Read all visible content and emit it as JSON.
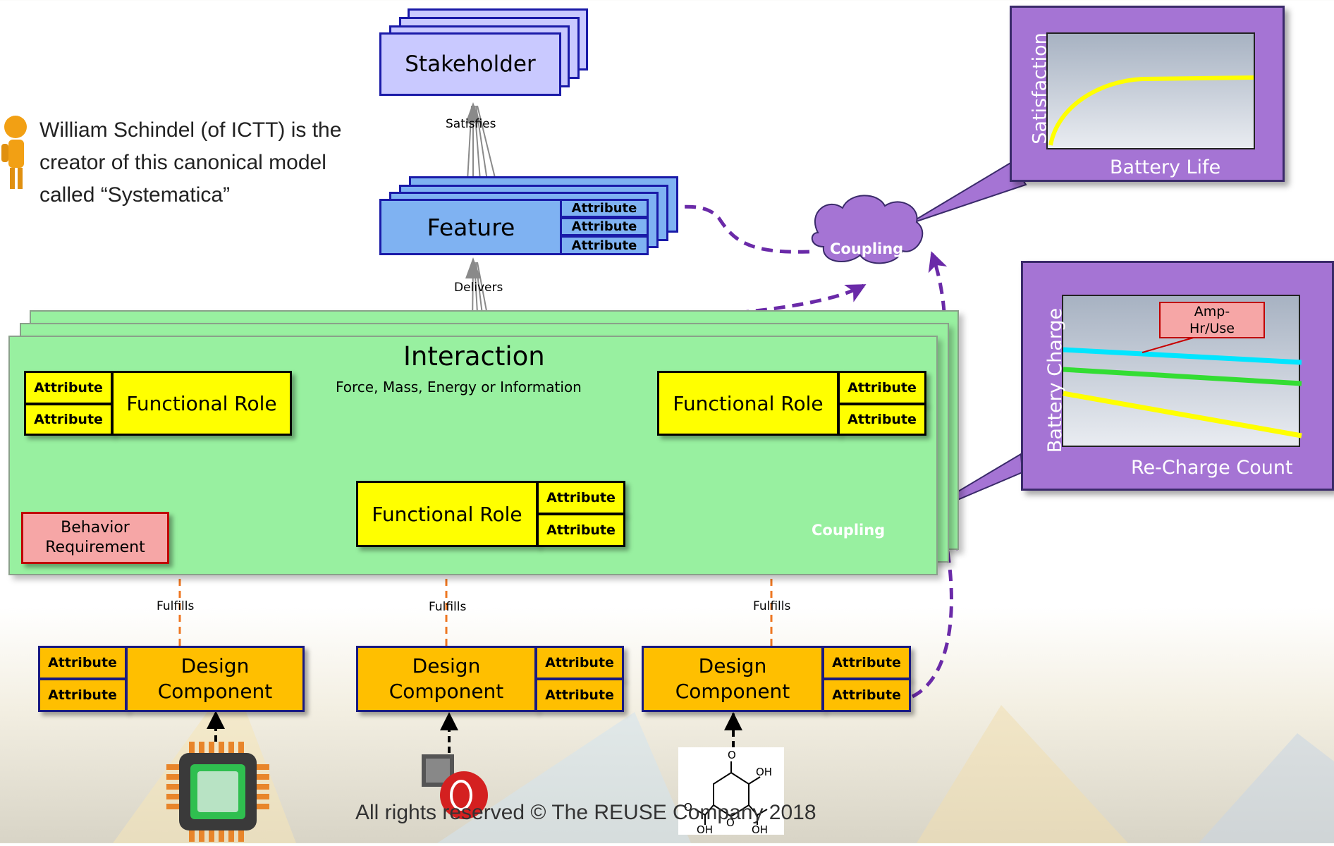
{
  "note": {
    "text": "William Schindel (of ICTT) is the creator of this canonical model called “Systematica”"
  },
  "stakeholder": {
    "label": "Stakeholder"
  },
  "feature": {
    "label": "Feature",
    "attributes": [
      "Attribute",
      "Attribute",
      "Attribute"
    ]
  },
  "relations": {
    "satisfies": "Satisfies",
    "delivers": "Delivers",
    "fulfills": "Fulfills",
    "flow": "Force, Mass, Energy or Information"
  },
  "interaction": {
    "title": "Interaction"
  },
  "functional_roles": [
    {
      "label": "Functional Role",
      "attributes": [
        "Attribute",
        "Attribute"
      ]
    },
    {
      "label": "Functional Role",
      "attributes": [
        "Attribute",
        "Attribute"
      ]
    },
    {
      "label": "Functional Role",
      "attributes": [
        "Attribute",
        "Attribute"
      ]
    }
  ],
  "behavior_requirement": {
    "line1": "Behavior",
    "line2": "Requirement"
  },
  "design_components": [
    {
      "line1": "Design",
      "line2": "Component",
      "attributes": [
        "Attribute",
        "Attribute"
      ]
    },
    {
      "line1": "Design",
      "line2": "Component",
      "attributes": [
        "Attribute",
        "Attribute"
      ]
    },
    {
      "line1": "Design",
      "line2": "Component",
      "attributes": [
        "Attribute",
        "Attribute"
      ]
    }
  ],
  "couplings": [
    "Coupling",
    "Coupling"
  ],
  "panel_satisfaction": {
    "ylabel": "Satisfaction",
    "xlabel": "Battery Life"
  },
  "panel_battery": {
    "ylabel": "Battery Charge",
    "xlabel": "Re-Charge Count",
    "callout_line1": "Amp-",
    "callout_line2": "Hr/Use"
  },
  "molecule": {
    "o_top": "O",
    "oh_right": "OH",
    "o_left": "O",
    "oh_bottom_left": "OH",
    "oh_bottom_right": "OH",
    "o_ring": "O"
  },
  "footer": {
    "text": "All rights reserved © The REUSE Company 2018"
  },
  "colors": {
    "stakeholder": "#c9c9ff",
    "feature": "#7fb2f2",
    "interaction": "#98f0a0",
    "role": "#ffff00",
    "component": "#ffbf00",
    "coupling": "#a574d4",
    "behavior": "#f6a6a6",
    "fulfills_arrow": "#ee7722",
    "coupling_arrow": "#6a2aa8"
  }
}
